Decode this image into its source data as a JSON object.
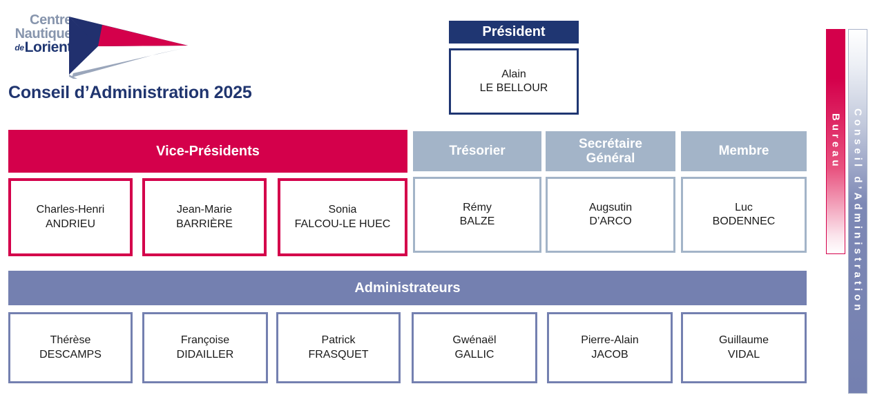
{
  "logo": {
    "line1": "Centre",
    "line2": "Nautique",
    "de": "de",
    "line3": "Lorient",
    "icon": "burgee-pennant-flag"
  },
  "page_title": "Conseil d’Administration 2025",
  "colors": {
    "navy": "#1f3672",
    "crimson": "#d4004b",
    "steel_blue": "#a3b4c8",
    "slate_blue": "#7480b0",
    "logo_gray": "#8795ad",
    "text_dark": "#1a1a1a",
    "white": "#ffffff"
  },
  "president": {
    "band_label": "Président",
    "member": {
      "first_name": "Alain",
      "last_name": "LE BELLOUR"
    }
  },
  "vice_presidents": {
    "band_label": "Vice-Présidents",
    "members": [
      {
        "first_name": "Charles-Henri",
        "last_name": "ANDRIEU"
      },
      {
        "first_name": "Jean-Marie",
        "last_name": "BARRIÈRE"
      },
      {
        "first_name": "Sonia",
        "last_name": "FALCOU-LE HUEC"
      }
    ]
  },
  "officers": [
    {
      "band_label": "Trésorier",
      "first_name": "Rémy",
      "last_name": "BALZE"
    },
    {
      "band_label": "Secrétaire\nGénéral",
      "first_name": "Augsutin",
      "last_name": "D’ARCO"
    },
    {
      "band_label": "Membre",
      "first_name": "Luc",
      "last_name": "BODENNEC"
    }
  ],
  "officers_band_labels": {
    "tresorier": "Trésorier",
    "secretaire_line1": "Secrétaire",
    "secretaire_line2": "Général",
    "membre": "Membre"
  },
  "administrateurs": {
    "band_label": "Administrateurs",
    "members": [
      {
        "first_name": "Thérèse",
        "last_name": "DESCAMPS"
      },
      {
        "first_name": "Françoise",
        "last_name": "DIDAILLER"
      },
      {
        "first_name": "Patrick",
        "last_name": "FRASQUET"
      },
      {
        "first_name": "Gwénaël",
        "last_name": "GALLIC"
      },
      {
        "first_name": "Pierre-Alain",
        "last_name": "JACOB"
      },
      {
        "first_name": "Guillaume",
        "last_name": "VIDAL"
      }
    ]
  },
  "side_bars": {
    "bureau": "Bureau",
    "conseil": "Conseil d’Administration"
  }
}
